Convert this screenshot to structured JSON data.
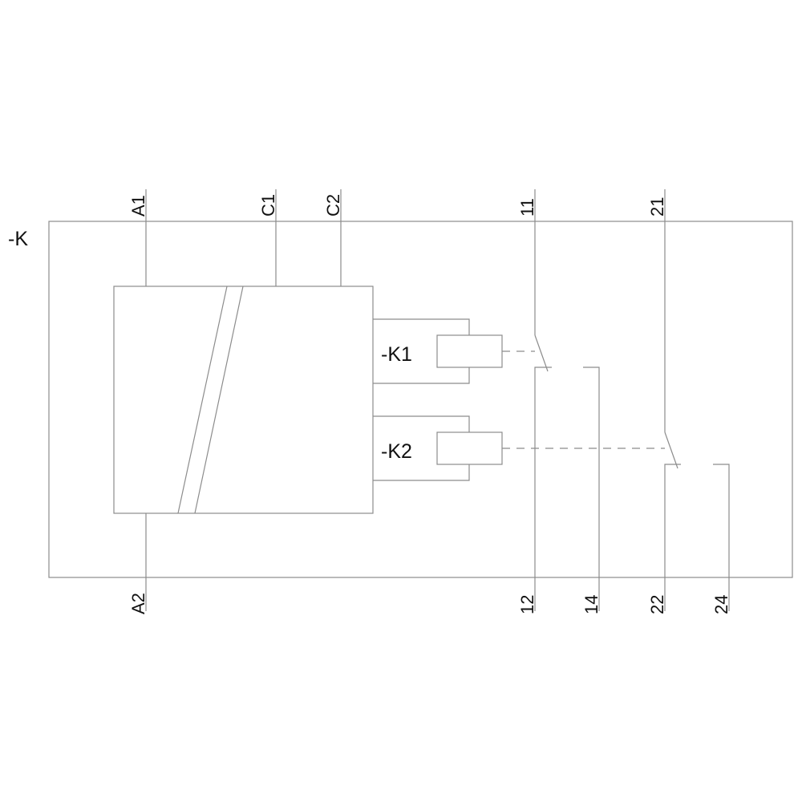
{
  "diagram": {
    "device_label": "-K",
    "relays": [
      {
        "label": "-K1"
      },
      {
        "label": "-K2"
      }
    ],
    "terminals_top": {
      "a1": "A1",
      "c1": "C1",
      "c2": "C2",
      "t11": "11",
      "t21": "21"
    },
    "terminals_bottom": {
      "a2": "A2",
      "t12": "12",
      "t14": "14",
      "t22": "22",
      "t24": "24"
    },
    "colors": {
      "line": "#8c8c8c",
      "text": "#111111",
      "background": "#ffffff"
    }
  }
}
